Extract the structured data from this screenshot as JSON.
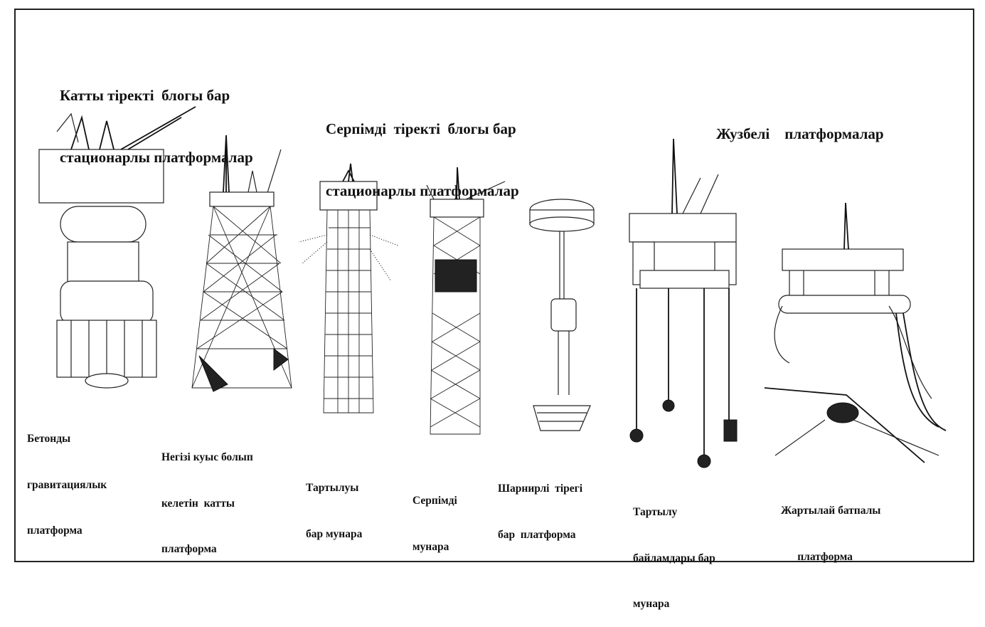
{
  "headings": {
    "rigid_line1": "Катты тіректі  блогы бар",
    "rigid_line2": "стационарлы платформалар",
    "flexible_line1": "Серпімді  тіректі  блогы бар",
    "flexible_line2": "стационарлы платформалар",
    "floating": "Жузбелі    платформалар"
  },
  "captions": {
    "concrete": [
      "Бетонды",
      "гравитациялык",
      "платформа"
    ],
    "steel_jacket": [
      "Негізі куыс болып",
      "келетін  катты",
      "платформа"
    ],
    "guyed_tower": [
      "Тартылуы",
      "бар мунара"
    ],
    "compliant_tower": [
      "Серпімді",
      "мунара"
    ],
    "articulated": [
      "Шарнирлі  тірегі",
      "бар  платформа"
    ],
    "tension_leg": [
      "Тартылу",
      "байламдары бар",
      "мунара"
    ],
    "semi_sub": [
      "Жартылай батпалы",
      "      платформа"
    ]
  }
}
